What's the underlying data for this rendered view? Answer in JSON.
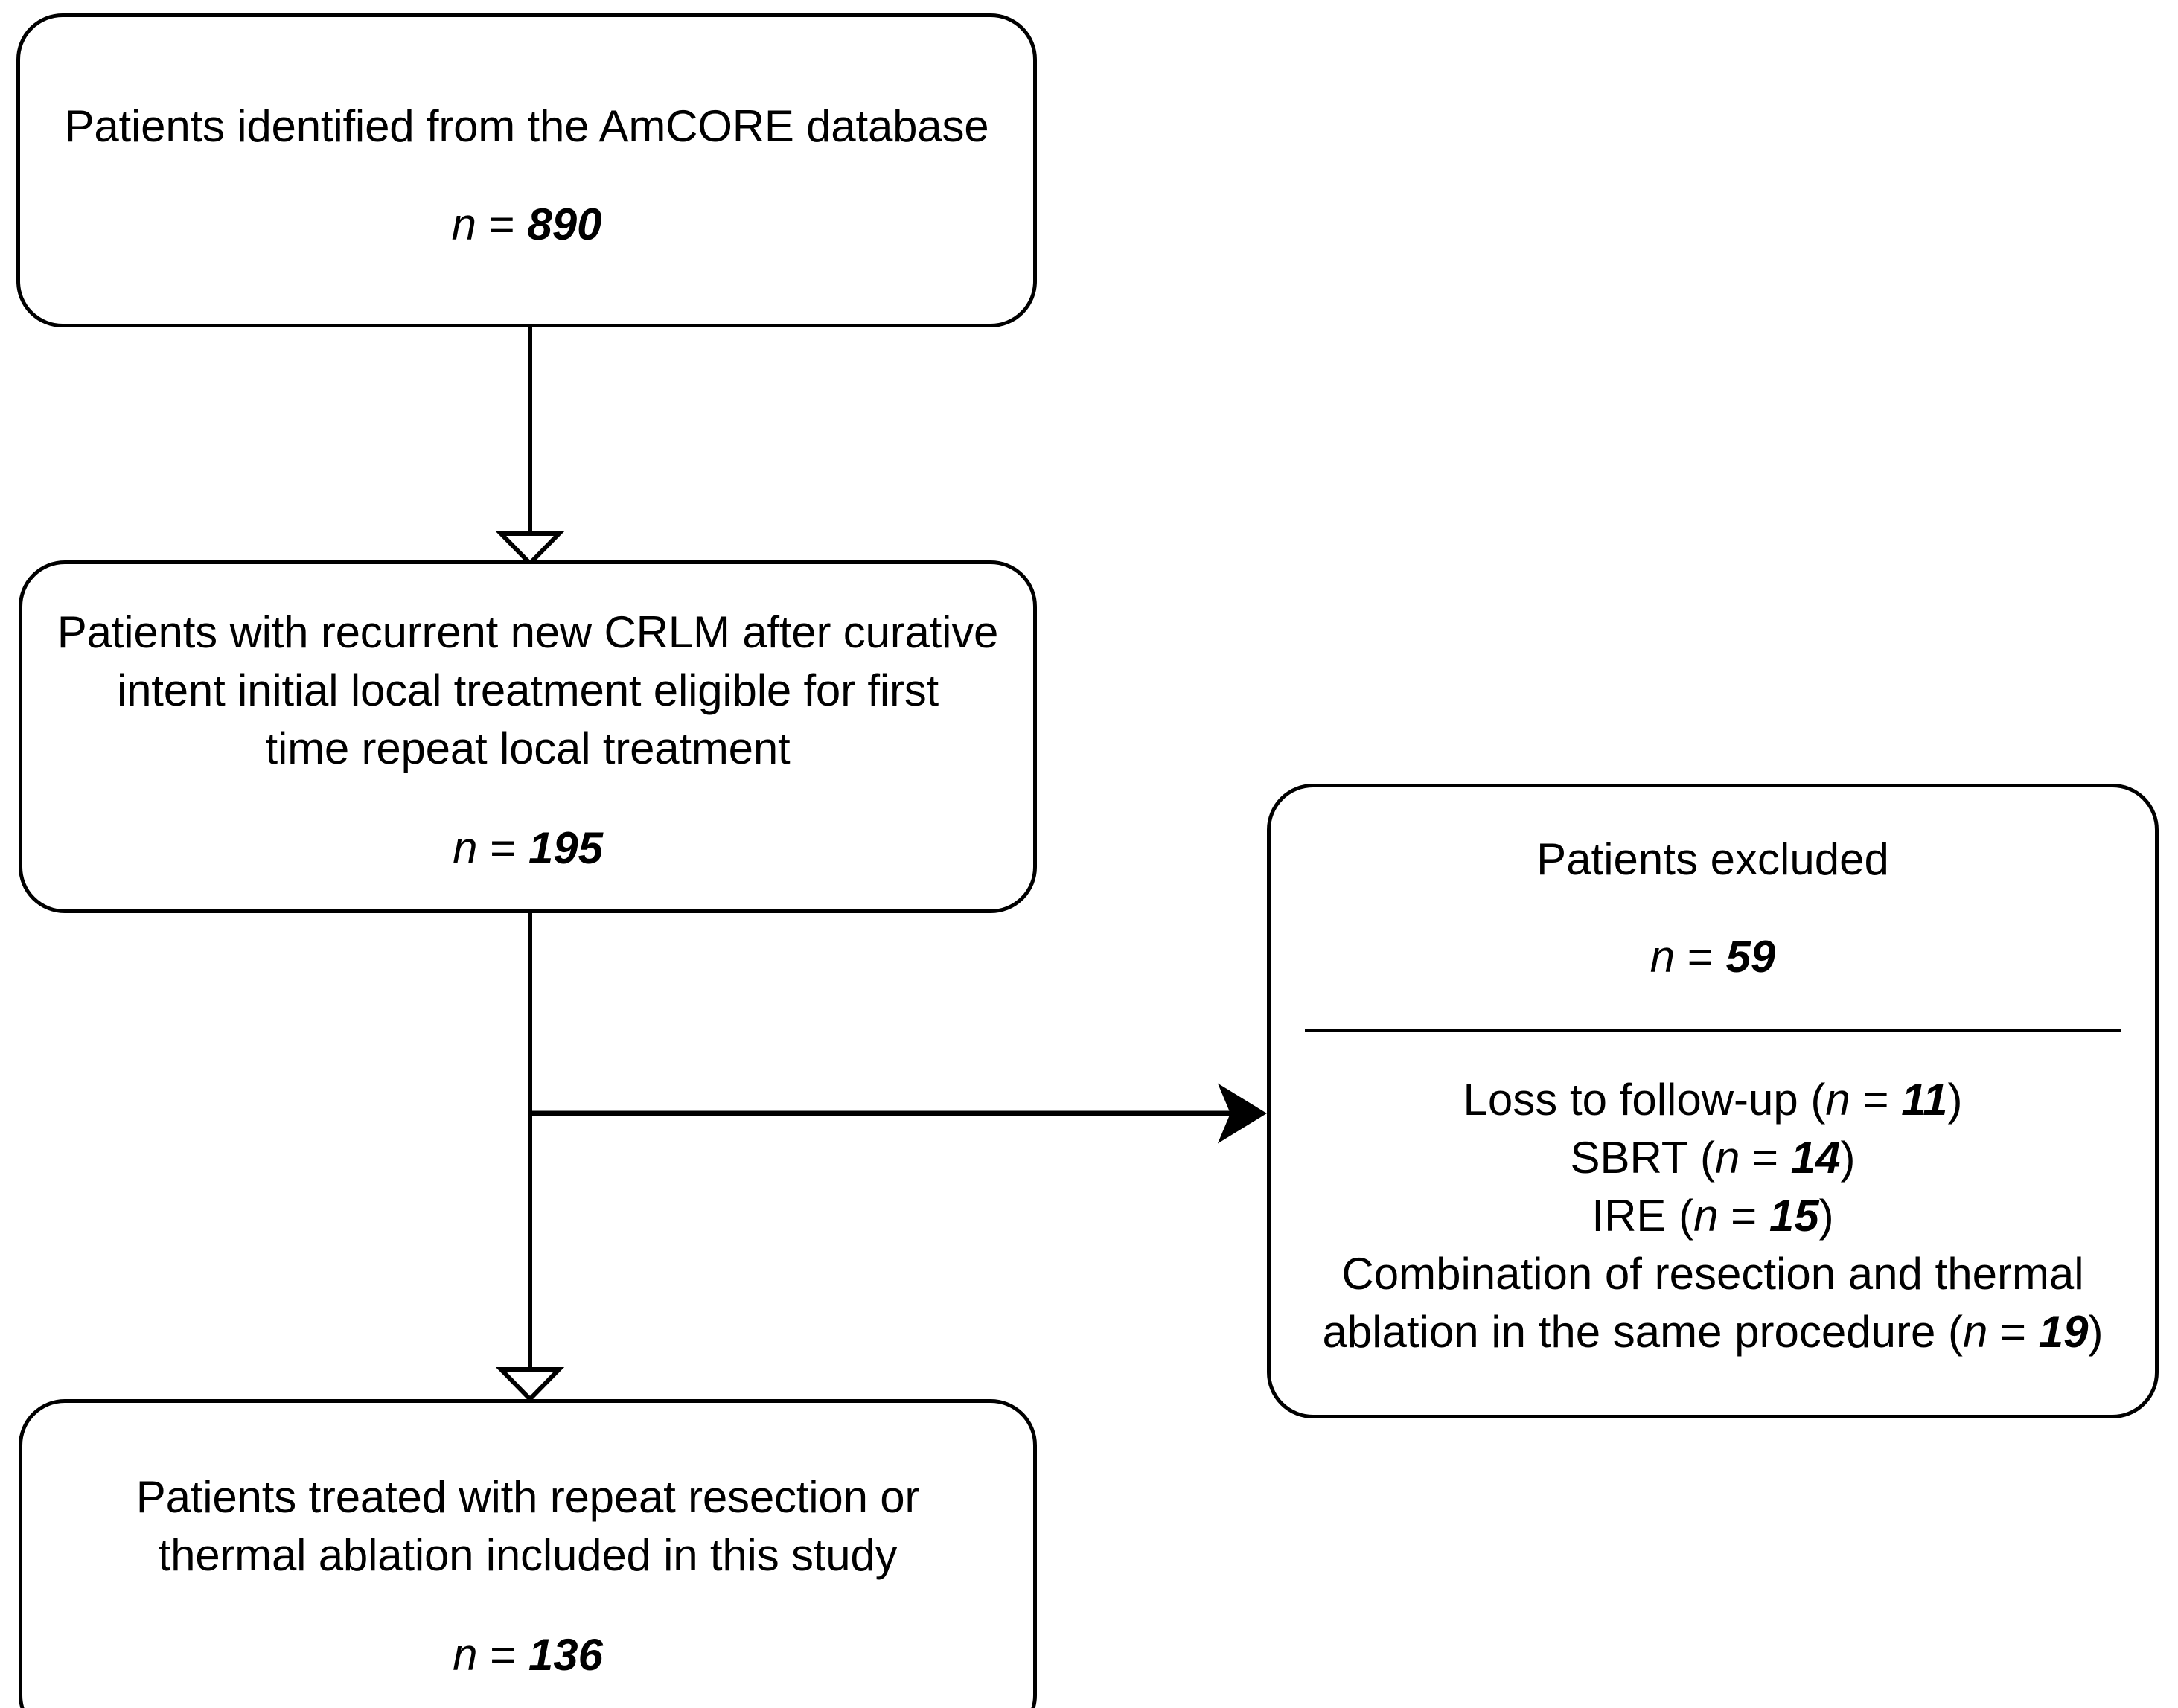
{
  "diagram": {
    "type": "flowchart",
    "title": "Patient selection flow diagram",
    "stroke_color": "#000000",
    "background_color": "#ffffff"
  },
  "boxes": {
    "identified": {
      "text": "Patients identified from the AmCORE database",
      "n_label": "n",
      "n_equals": "=",
      "n_value": "890"
    },
    "eligible": {
      "text": "Patients with recurrent new CRLM after curative\nintent initial local treatment eligible for first\ntime repeat local treatment",
      "n_label": "n",
      "n_equals": "=",
      "n_value": "195"
    },
    "included": {
      "text": "Patients treated with repeat resection or\nthermal ablation included in this study",
      "n_label": "n",
      "n_equals": "=",
      "n_value": "136"
    },
    "excluded": {
      "title": "Patients excluded",
      "n_label": "n",
      "n_equals": "=",
      "n_value": "59",
      "reasons": [
        {
          "text": "Loss to follow-up (",
          "n_label": "n",
          "n_equals": "=",
          "n_value": "11",
          "close": ")"
        },
        {
          "text": "SBRT (",
          "n_label": "n",
          "n_equals": "=",
          "n_value": "14",
          "close": ")"
        },
        {
          "text": "IRE (",
          "n_label": "n",
          "n_equals": "=",
          "n_value": "15",
          "close": ")"
        },
        {
          "text": "Combination of resection and thermal ablation in the same procedure (",
          "n_label": "n",
          "n_equals": "=",
          "n_value": "19",
          "close": ")"
        }
      ]
    }
  },
  "connectors": [
    {
      "name": "identified-to-eligible",
      "style": "open-triangle-arrow",
      "direction": "down"
    },
    {
      "name": "eligible-to-excluded",
      "style": "solid-barb-arrow",
      "direction": "right"
    },
    {
      "name": "eligible-to-included",
      "style": "open-triangle-arrow",
      "direction": "down"
    }
  ]
}
